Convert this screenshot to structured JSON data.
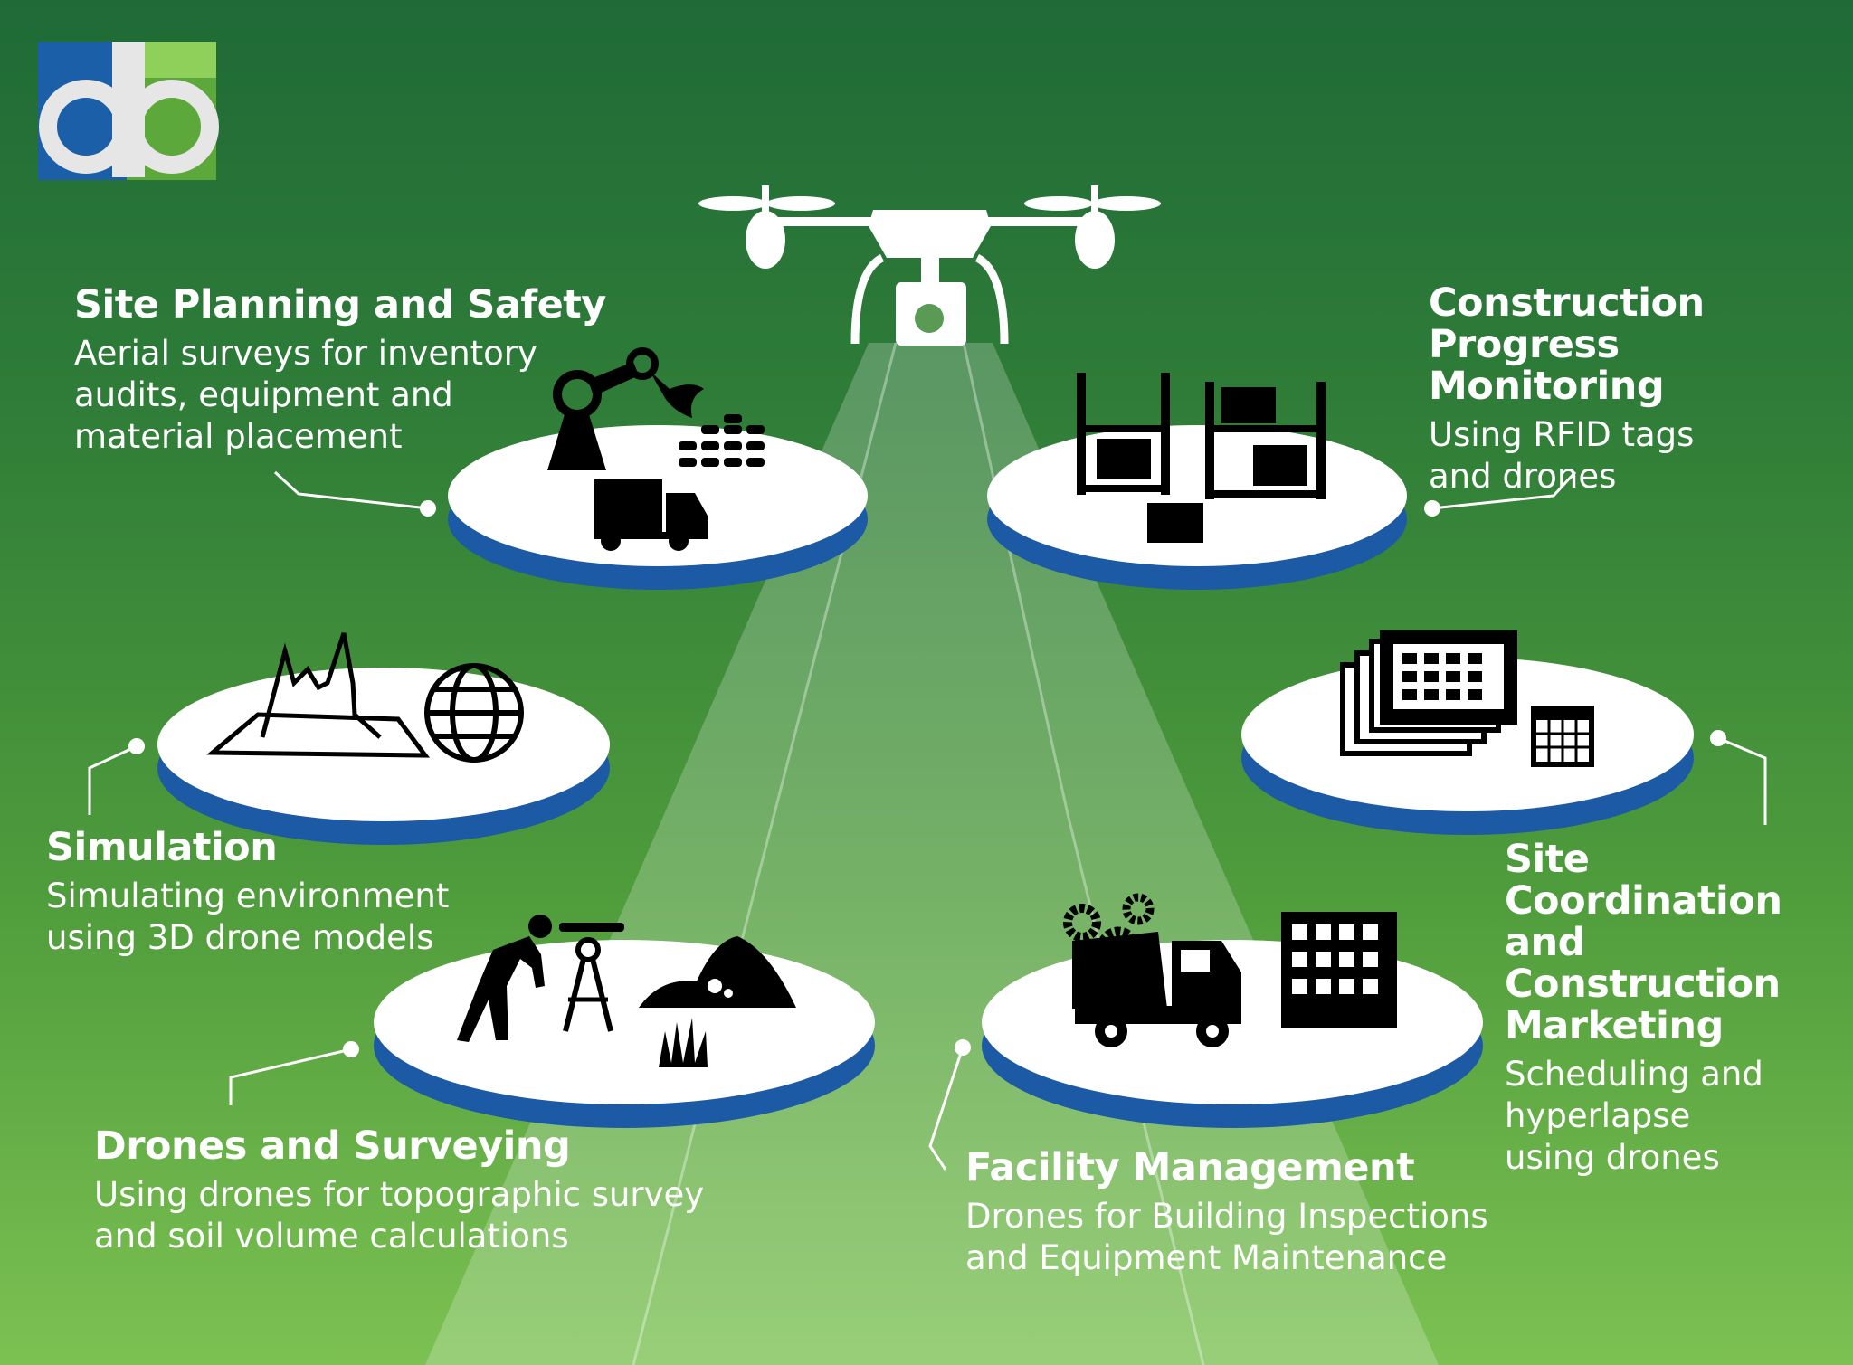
{
  "logo": {
    "text": "db",
    "colors": {
      "blue": "#1a5fa8",
      "green": "#6fb43f"
    }
  },
  "colors": {
    "background_top": "#1f6a37",
    "background_bottom": "#7cc152",
    "disc": "#ffffff",
    "disc_edge": "#1d5aa6"
  },
  "sections": [
    {
      "id": "site-planning",
      "title": [
        "Site Planning and Safety"
      ],
      "body": [
        "Aerial surveys for inventory",
        "audits, equipment and",
        "material placement"
      ],
      "icons": [
        "robot-arm-icon",
        "truck-icon",
        "stacked-materials-icon"
      ]
    },
    {
      "id": "construction-progress",
      "title": [
        "Construction",
        "Progress Monitoring"
      ],
      "body": [
        "Using RFID tags",
        "and drones"
      ],
      "icons": [
        "warehouse-rack-icon",
        "box-icon"
      ]
    },
    {
      "id": "simulation",
      "title": [
        "Simulation"
      ],
      "body": [
        "Simulating environment",
        "using 3D drone models"
      ],
      "icons": [
        "3d-terrain-icon",
        "globe-icon"
      ]
    },
    {
      "id": "site-coordination",
      "title": [
        "Site Coordination",
        "and Construction",
        "Marketing"
      ],
      "body": [
        "Scheduling and",
        "hyperlapse",
        "using drones"
      ],
      "icons": [
        "schedule-screens-icon",
        "calendar-icon"
      ]
    },
    {
      "id": "drones-surveying",
      "title": [
        "Drones and Surveying"
      ],
      "body": [
        "Using drones for topographic survey",
        "and soil volume calculations"
      ],
      "icons": [
        "surveyor-icon",
        "soil-mound-icon",
        "grass-icon"
      ]
    },
    {
      "id": "facility-management",
      "title": [
        "Facility Management"
      ],
      "body": [
        "Drones for Building Inspections",
        "and Equipment Maintenance"
      ],
      "icons": [
        "gears-truck-icon",
        "building-icon"
      ]
    }
  ]
}
